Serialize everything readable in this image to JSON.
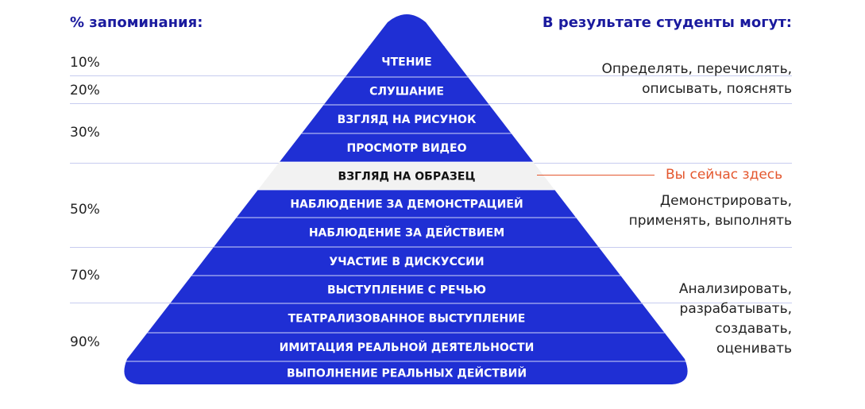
{
  "header": {
    "left": "% запоминания:",
    "right": "В результате студенты могут:"
  },
  "percents": [
    "10%",
    "20%",
    "30%",
    "50%",
    "70%",
    "90%"
  ],
  "levels": [
    {
      "label": "ЧТЕНИЕ",
      "highlight": false
    },
    {
      "label": "СЛУШАНИЕ",
      "highlight": false
    },
    {
      "label": "ВЗГЛЯД НА РИСУНОК",
      "highlight": false
    },
    {
      "label": "ПРОСМОТР ВИДЕО",
      "highlight": false
    },
    {
      "label": "ВЗГЛЯД НА ОБРАЗЕЦ",
      "highlight": true
    },
    {
      "label": "НАБЛЮДЕНИЕ ЗА ДЕМОНСТРАЦИЕЙ",
      "highlight": false
    },
    {
      "label": "НАБЛЮДЕНИЕ ЗА ДЕЙСТВИЕМ",
      "highlight": false
    },
    {
      "label": "УЧАСТИЕ В ДИСКУССИИ",
      "highlight": false
    },
    {
      "label": "ВЫСТУПЛЕНИЕ С РЕЧЬЮ",
      "highlight": false
    },
    {
      "label": "ТЕАТРАЛИЗОВАННОЕ ВЫСТУПЛЕНИЕ",
      "highlight": false
    },
    {
      "label": "ИМИТАЦИЯ РЕАЛЬНОЙ ДЕЯТЕЛЬНОСТИ",
      "highlight": false
    },
    {
      "label": "ВЫПОЛНЕНИЕ РЕАЛЬНЫХ ДЕЙСТВИЙ",
      "highlight": false
    }
  ],
  "outcomes": [
    {
      "lines": [
        "Определять, перечислять,",
        "описывать, пояснять"
      ]
    },
    {
      "lines": [
        "Демонстрировать,",
        "применять, выполнять"
      ]
    },
    {
      "lines": [
        "Анализировать,",
        "разрабатывать,",
        "создавать,",
        "оценивать"
      ]
    }
  ],
  "you_are_here": "Вы сейчас здесь",
  "colors": {
    "pyramid_blue": "#1f2fd4",
    "highlight_band": "#f2f2f2",
    "header_text": "#1a1a9e",
    "accent_orange": "#e4572e",
    "guide_line": "#c7ccef"
  }
}
